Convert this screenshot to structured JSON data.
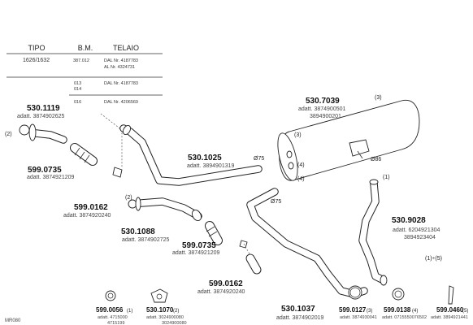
{
  "table": {
    "headers": [
      "TIPO",
      "B.M.",
      "TELAIO"
    ],
    "rows": [
      {
        "tipo": "1626/1632",
        "bm": "387.012",
        "telaio": [
          "DAL Nr. 4187783",
          "AL Nr. 4324731"
        ]
      },
      {
        "tipo": "",
        "bm": "013",
        "bm2": "014",
        "telaio": [
          "DAL Nr. 4187783"
        ]
      },
      {
        "tipo": "",
        "bm": "016",
        "telaio": [
          "DAL Nr. 4206569"
        ]
      }
    ]
  },
  "parts": [
    {
      "code": "530.1119",
      "adatt": "adatt. 3874902625"
    },
    {
      "code": "599.0735",
      "adatt": "adatt. 3874921209"
    },
    {
      "code": "599.0162",
      "adatt": "adatt. 3874920240"
    },
    {
      "code": "530.1088",
      "adatt": "adatt. 3874902725"
    },
    {
      "code": "599.0735",
      "adatt": "adatt. 3874921209"
    },
    {
      "code": "599.0162",
      "adatt": "adatt. 3874920240"
    },
    {
      "code": "530.1025",
      "adatt": "adatt. 3894901319"
    },
    {
      "code": "530.7039",
      "adatt": "adatt. 3874900501",
      "adatt2": "3894900201"
    },
    {
      "code": "530.9028",
      "adatt": "adatt. 6204921304",
      "adatt2": "3894923404"
    },
    {
      "code": "530.1037",
      "adatt": "adatt. 3874902019"
    }
  ],
  "bottom_parts": [
    {
      "code": "599.0056",
      "qty": "(1)",
      "adatt": "adatt. 4715000",
      "adatt2": "4715199"
    },
    {
      "code": "530.1070",
      "qty": "(2)",
      "adatt": "adatt. 3024900080",
      "adatt2": "3024900080"
    },
    {
      "code": "599.0127",
      "qty": "(3)",
      "adatt": "adatt. 3874930041"
    },
    {
      "code": "599.0138",
      "qty": "(4)",
      "adatt": "adatt. 0715550076502"
    },
    {
      "code": "599.0460",
      "qty": "(5)",
      "adatt": "adatt. 3894921441"
    }
  ],
  "callouts": {
    "c2a": "(2)",
    "c2b": "(2)",
    "c3a": "(3)",
    "c3b": "(3)",
    "c4a": "(4)",
    "c4b": "(4)",
    "c1": "(1)",
    "c15": "(1)÷(5)",
    "d75a": "Ø75",
    "d75b": "Ø75",
    "d86": "Ø86"
  },
  "footer_code": "MR080"
}
